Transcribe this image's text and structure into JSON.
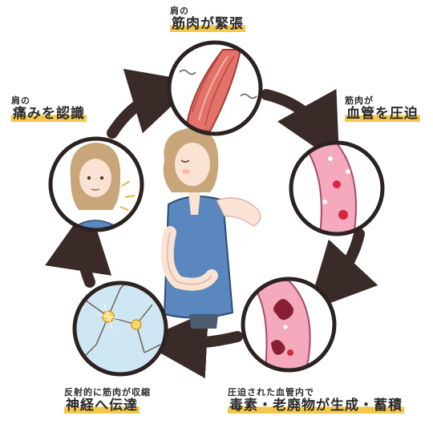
{
  "diagram": {
    "title": "",
    "steps": [
      {
        "id": "top",
        "small": "肩の",
        "big": "筋肉が緊張",
        "icon": "tense-muscle-icon"
      },
      {
        "id": "right",
        "small": "筋肉が",
        "big": "血管を圧迫",
        "icon": "compressed-vessel-icon"
      },
      {
        "id": "bottom-right",
        "small": "圧迫された血管内で",
        "big": "毒素・老廃物が生成・蓄積",
        "icon": "toxin-vessel-icon"
      },
      {
        "id": "bottom-left",
        "small": "反射的に筋肉が収縮",
        "big": "神経へ伝達",
        "icon": "nerve-cells-icon"
      },
      {
        "id": "left",
        "small": "肩の",
        "big": "痛みを認識",
        "icon": "pained-woman-icon"
      }
    ],
    "center_icon": "woman-holding-shoulder-icon",
    "colors": {
      "arrow": "#3a2a28",
      "highlight": "#f3c84a",
      "muscle": "#e2726a",
      "vessel": "#f4a9bd",
      "blood_cell": "#d8263f",
      "toxin": "#8a1f33",
      "nerve": "#cfe7f2",
      "vest": "#5a87bd"
    }
  }
}
